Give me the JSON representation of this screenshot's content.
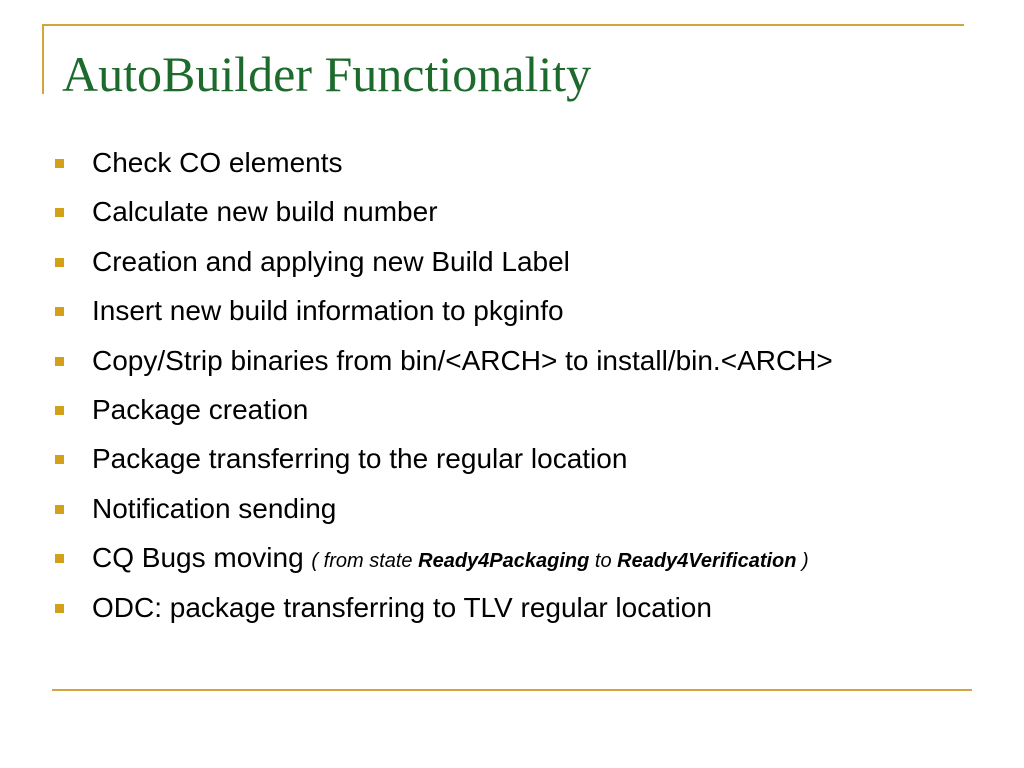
{
  "slide": {
    "title": "AutoBuilder Functionality",
    "bullets": [
      {
        "text": "Check CO elements"
      },
      {
        "text": "Calculate new build number"
      },
      {
        "text": "Creation and applying new Build Label"
      },
      {
        "text": "Insert new build information to pkginfo"
      },
      {
        "text": "Copy/Strip binaries from bin/<ARCH> to install/bin.<ARCH>"
      },
      {
        "text": "Package creation"
      },
      {
        "text": "Package transferring to the regular location"
      },
      {
        "text": "Notification sending"
      },
      {
        "text": "CQ Bugs moving",
        "note": {
          "open": "( from state",
          "from_state": "Ready4Packaging",
          "connector": "to",
          "to_state": "Ready4Verification",
          "close": ")"
        }
      },
      {
        "text": "ODC: package transferring to TLV regular location"
      }
    ]
  },
  "colors": {
    "title": "#1d6b2c",
    "accent_line": "#d4a53c",
    "bullet_marker": "#d4a017",
    "body_text": "#000000",
    "background": "#ffffff"
  },
  "icons": {
    "bullet_marker": "square-bullet-icon"
  }
}
